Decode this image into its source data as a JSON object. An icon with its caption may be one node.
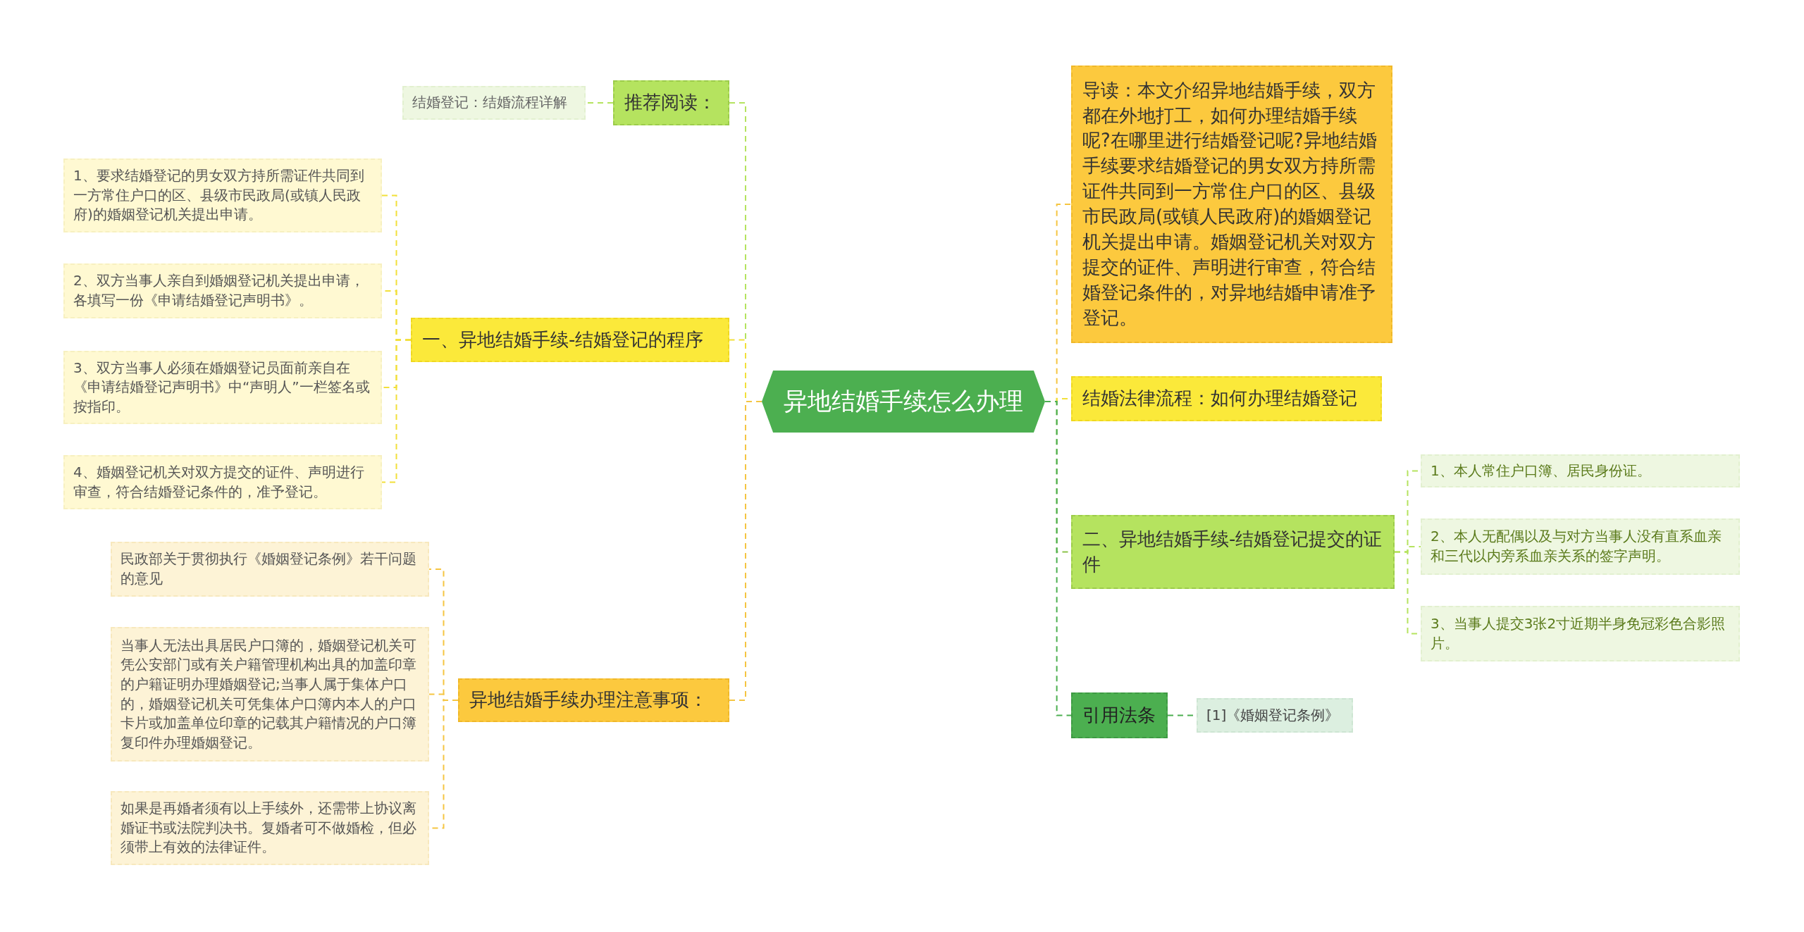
{
  "diagram": {
    "nodes": [
      {
        "text": [
          "异地结婚手续怎么办理"
        ]
      },
      {
        "text": [
          "推荐阅读："
        ]
      },
      {
        "text": [
          "结婚登记：结婚流程详解"
        ]
      },
      {
        "text": [
          "一、异地结婚手续-结婚登记的程序"
        ]
      },
      {
        "text": [
          "1、要求结婚登记的男女双方持所需证件共同到一方常住户口的区、县级市民政局(或镇人民政府)的婚姻登记机关提出申请。"
        ]
      },
      {
        "text": [
          "2、双方当事人亲自到婚姻登记机关提出申请，各填写一份《申请结婚登记声明书》。"
        ]
      },
      {
        "text": [
          "3、双方当事人必须在婚姻登记员面前亲自在《申请结婚登记声明书》中“声明人”一栏签名或按指印。"
        ]
      },
      {
        "text": [
          "4、婚姻登记机关对双方提交的证件、声明进行审查，符合结婚登记条件的，准予登记。"
        ]
      },
      {
        "text": [
          "异地结婚手续办理注意事项："
        ]
      },
      {
        "text": [
          "民政部关于贯彻执行《婚姻登记条例》若干问题的意见"
        ]
      },
      {
        "text": [
          "当事人无法出具居民户口簿的，婚姻登记机关可凭公安部门或有关户籍管理机构出具的加盖印章的户籍证明办理婚姻登记;当事人属于集体户口的，婚姻登记机关可凭集体户口簿内本人的户口卡片或加盖单位印章的记载其户籍情况的户口簿复印件办理婚姻登记。"
        ]
      },
      {
        "text": [
          "如果是再婚者须有以上手续外，还需带上协议离婚证书或法院判决书。复婚者可不做婚检，但必须带上有效的法律证件。"
        ]
      },
      {
        "text": [
          "导读：本文介绍异地结婚手续，双方都在外地打工，如何办理结婚手续呢?在哪里进行结婚登记呢?异地结婚手续要求结婚登记的男女双方持所需证件共同到一方常住户口的区、县级市民政局(或镇人民政府)的婚姻登记机关提出申请。婚姻登记机关对双方提交的证件、声明进行审查，符合结婚登记条件的，对异地结婚申请准予登记。"
        ]
      },
      {
        "text": [
          "结婚法律流程：如何办理结婚登记"
        ]
      },
      {
        "text": [
          "二、异地结婚手续-结婚登记提交的证件"
        ]
      },
      {
        "text": [
          "1、本人常住户口簿、居民身份证。"
        ]
      },
      {
        "text": [
          "2、本人无配偶以及与对方当事人没有直系血亲和三代以内旁系血亲关系的签字声明。"
        ]
      },
      {
        "text": [
          "3、当事人提交3张2寸近期半身免冠彩色合影照片。"
        ]
      },
      {
        "text": [
          "引用法条"
        ]
      },
      {
        "text": [
          "[1]《婚姻登记条例》"
        ]
      }
    ],
    "edges": [
      {
        "from": 0,
        "to": 1,
        "arrow": "none",
        "style": "dashed",
        "color": "#b5e35f"
      },
      {
        "from": 1,
        "to": 2,
        "arrow": "none",
        "style": "dashed",
        "color": "#b5e35f"
      },
      {
        "from": 0,
        "to": 3,
        "arrow": "none",
        "style": "dashed",
        "color": "#f2e03a"
      },
      {
        "from": 3,
        "to": 4,
        "arrow": "none",
        "style": "dashed",
        "color": "#f2e03a"
      },
      {
        "from": 3,
        "to": 5,
        "arrow": "none",
        "style": "dashed",
        "color": "#f2e03a"
      },
      {
        "from": 3,
        "to": 6,
        "arrow": "none",
        "style": "dashed",
        "color": "#f2e03a"
      },
      {
        "from": 3,
        "to": 7,
        "arrow": "none",
        "style": "dashed",
        "color": "#f2e03a"
      },
      {
        "from": 0,
        "to": 8,
        "arrow": "none",
        "style": "dashed",
        "color": "#f5c542"
      },
      {
        "from": 8,
        "to": 9,
        "arrow": "none",
        "style": "dashed",
        "color": "#f5c542"
      },
      {
        "from": 8,
        "to": 10,
        "arrow": "none",
        "style": "dashed",
        "color": "#f5c542"
      },
      {
        "from": 8,
        "to": 11,
        "arrow": "none",
        "style": "dashed",
        "color": "#f5c542"
      },
      {
        "from": 0,
        "to": 12,
        "arrow": "none",
        "style": "dashed",
        "color": "#f5c542"
      },
      {
        "from": 0,
        "to": 13,
        "arrow": "none",
        "style": "dashed",
        "color": "#f2e03a"
      },
      {
        "from": 0,
        "to": 14,
        "arrow": "none",
        "style": "dashed",
        "color": "#8bc34a"
      },
      {
        "from": 14,
        "to": 15,
        "arrow": "none",
        "style": "dashed",
        "color": "#b5e35f"
      },
      {
        "from": 14,
        "to": 16,
        "arrow": "none",
        "style": "dashed",
        "color": "#b5e35f"
      },
      {
        "from": 14,
        "to": 17,
        "arrow": "none",
        "style": "dashed",
        "color": "#b5e35f"
      },
      {
        "from": 0,
        "to": 18,
        "arrow": "none",
        "style": "dashed",
        "color": "#4caf50"
      },
      {
        "from": 18,
        "to": 19,
        "arrow": "none",
        "style": "dashed",
        "color": "#4caf50"
      }
    ]
  }
}
